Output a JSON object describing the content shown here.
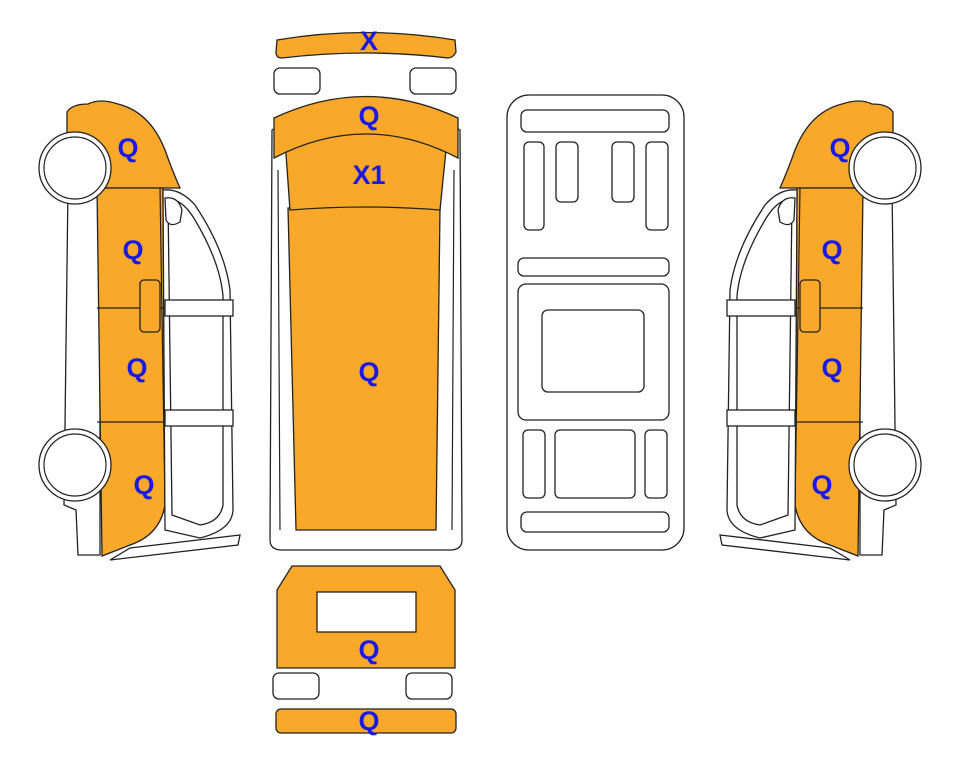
{
  "diagram": {
    "panel_color": "#F9A82A",
    "label_color": "#1a1ae6",
    "labels": {
      "front_bumper": "X",
      "hood": "Q",
      "windshield": "X1",
      "roof": "Q",
      "rear_door": "Q",
      "rear_bumper": "Q",
      "left_front_fender": "Q",
      "left_front_door": "Q",
      "left_sliding_door": "Q",
      "left_rear_quarter": "Q",
      "right_front_fender": "Q",
      "right_front_door": "Q",
      "right_sliding_door": "Q",
      "right_rear_quarter": "Q"
    }
  }
}
